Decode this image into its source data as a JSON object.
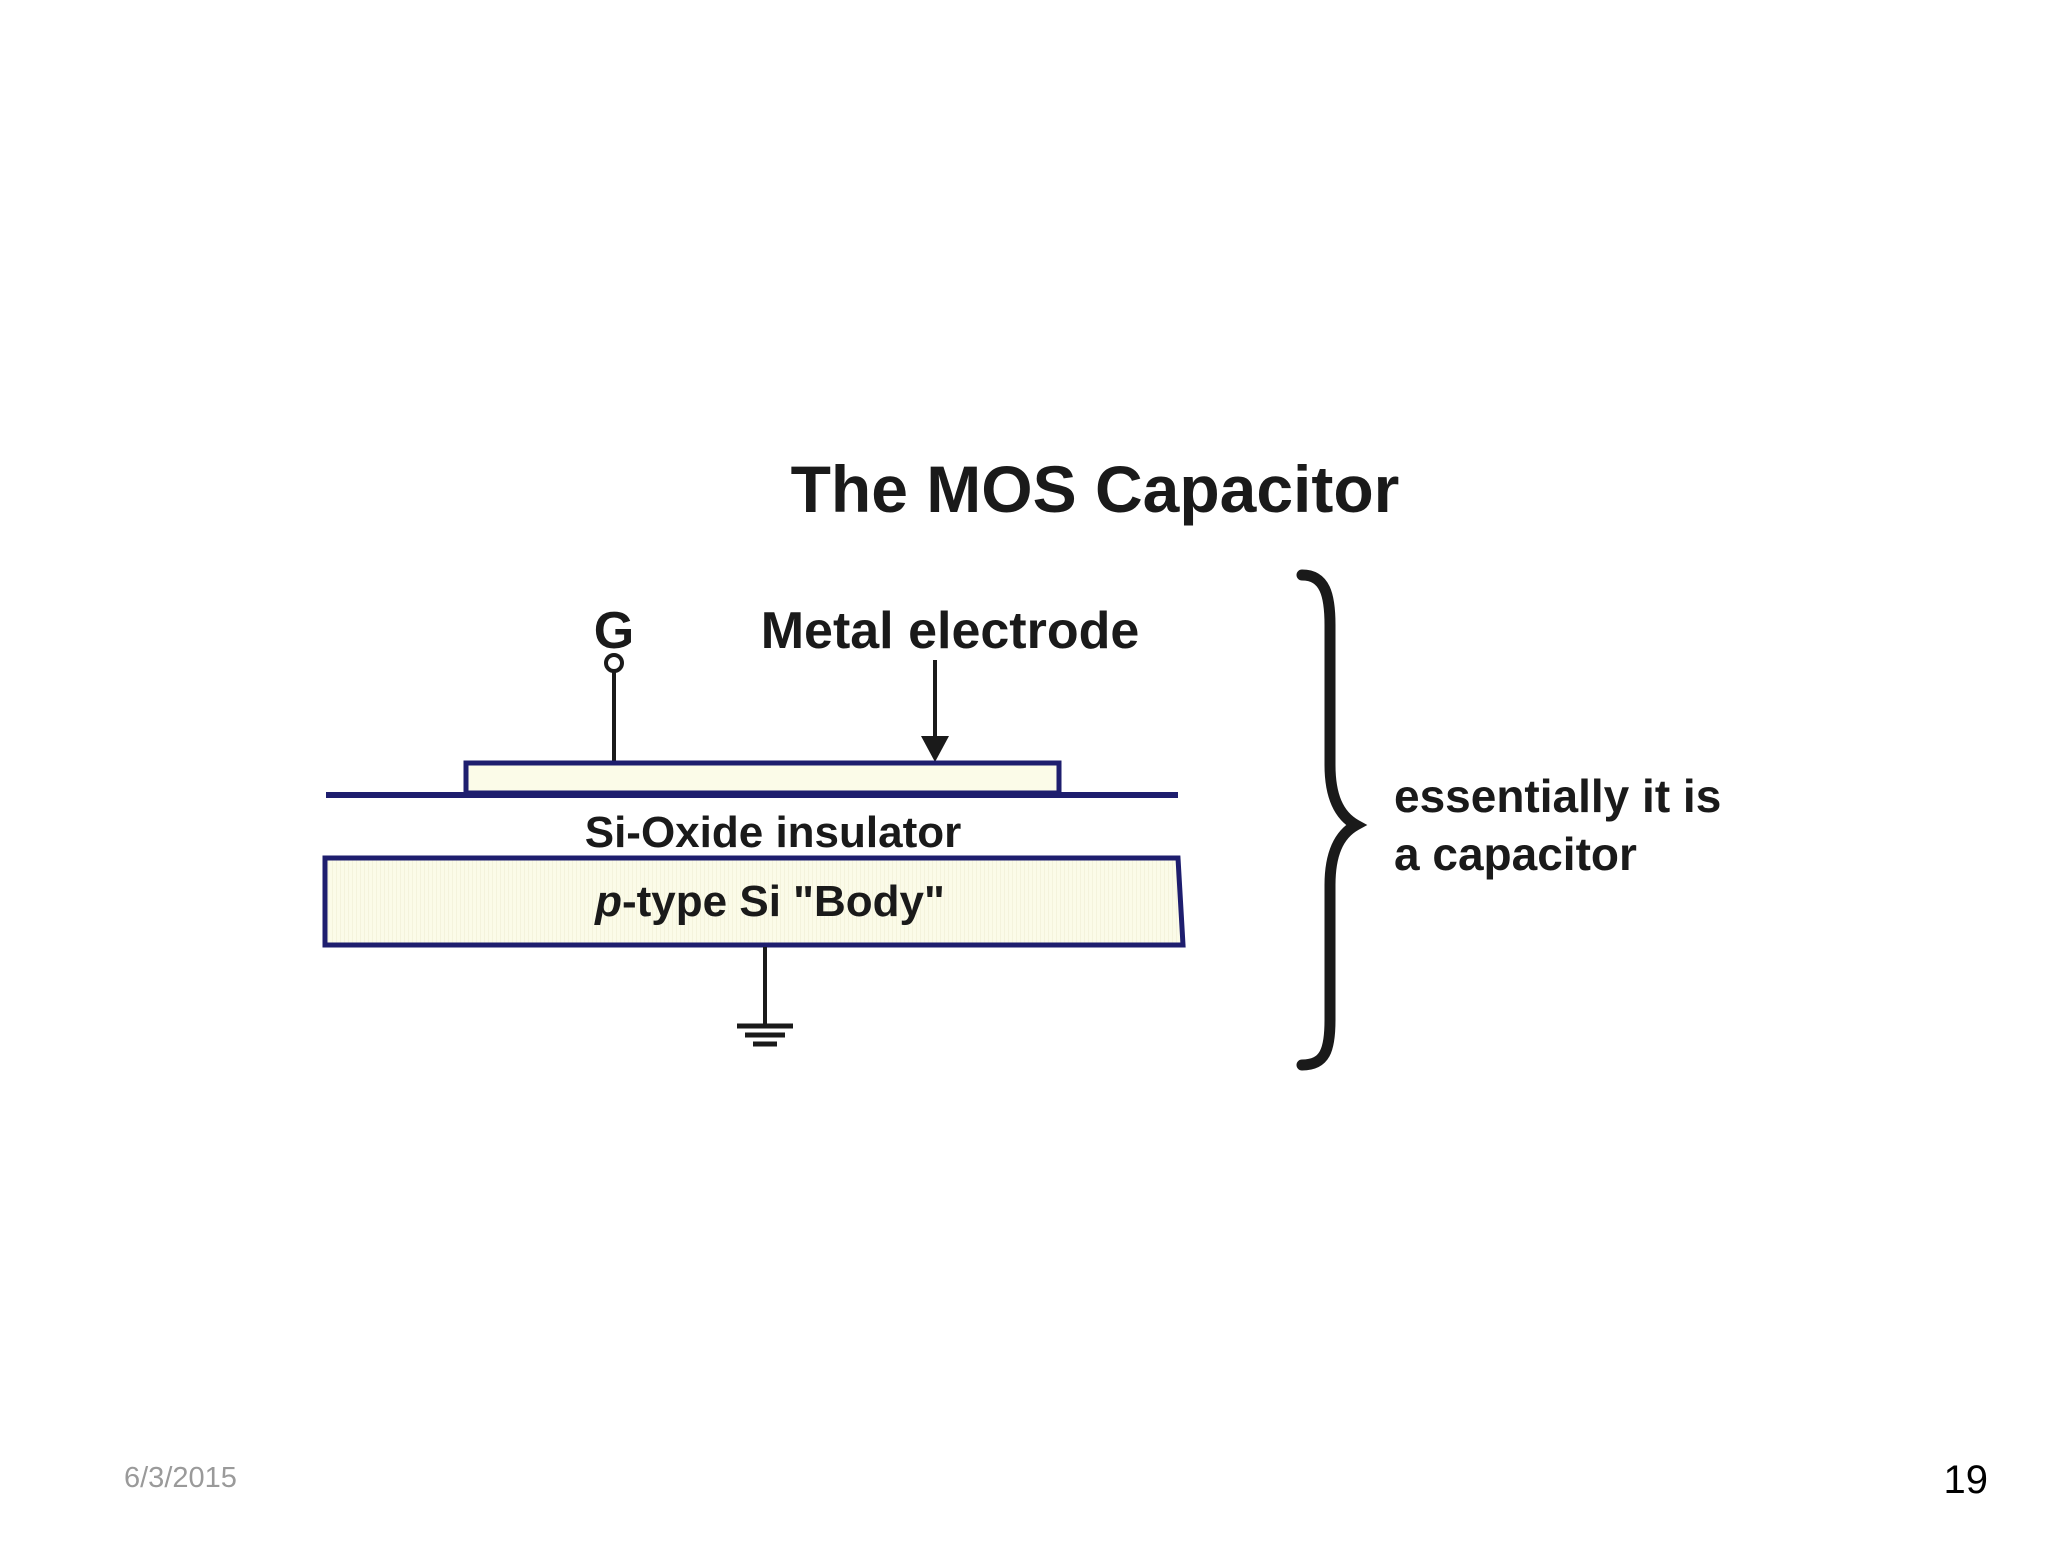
{
  "diagram": {
    "title": "The MOS Capacitor",
    "gate_label": "G",
    "metal_label": "Metal electrode",
    "oxide_label": "Si-Oxide insulator",
    "body_label_italic": "p",
    "body_label_rest": "-type Si \"Body\"",
    "annotation_line1": "essentially it is",
    "annotation_line2": "a capacitor",
    "colors": {
      "outline": "#1e1e6e",
      "body_fill": "#fbfbe8",
      "text": "#1a1a1a"
    }
  },
  "footer": {
    "date": "6/3/2015",
    "page_number": "19"
  }
}
